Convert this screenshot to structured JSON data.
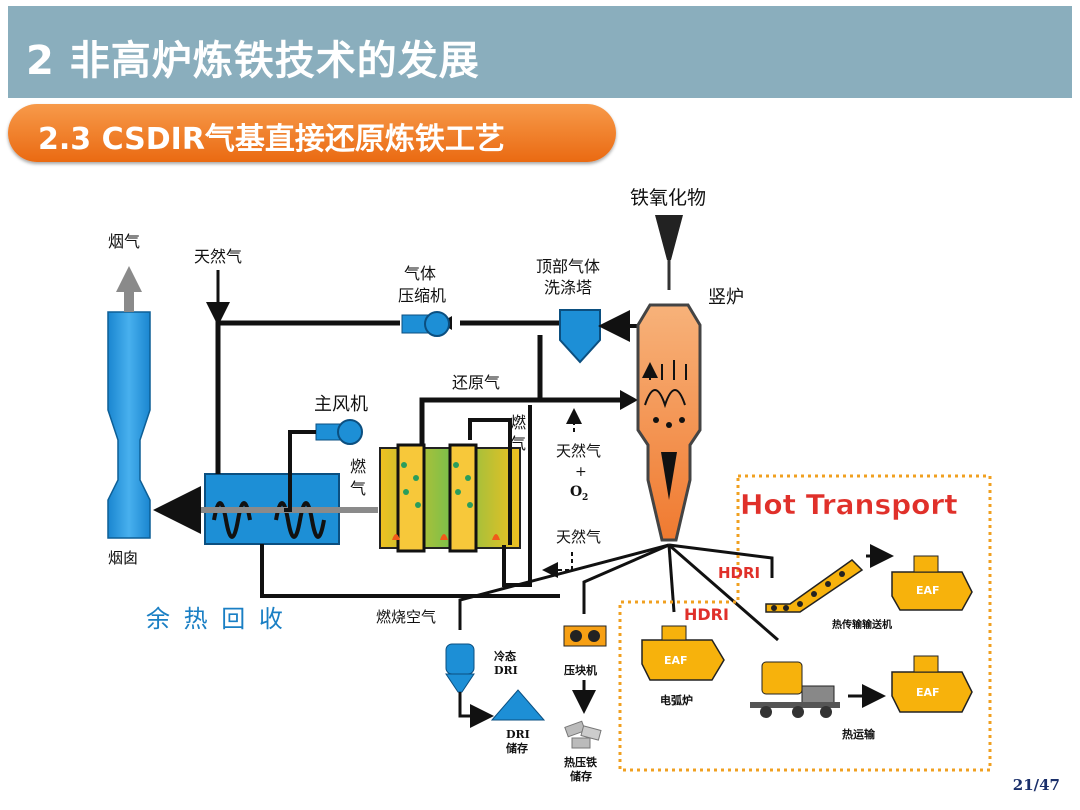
{
  "slide": {
    "title": "2 非高炉炼铁技术的发展",
    "subtitle": "2.3 CSDIR气基直接还原炼铁工艺",
    "page_number": "21/47"
  },
  "diagram": {
    "labels": {
      "iron_oxide": "铁氧化物",
      "shaft_furnace": "竖炉",
      "flue_gas": "烟气",
      "natural_gas_top": "天然气",
      "gas_compressor_1": "气体",
      "gas_compressor_2": "压缩机",
      "top_gas_scrubber_1": "顶部气体",
      "top_gas_scrubber_2": "洗涤塔",
      "reducing_gas": "还原气",
      "main_blower": "主风机",
      "fuel_gas_right_1": "燃",
      "fuel_gas_right_2": "气",
      "fuel_gas_left_1": "燃",
      "fuel_gas_left_2": "气",
      "natural_gas_o2_1": "天然气",
      "natural_gas_o2_2": "+",
      "natural_gas_o2_3": "O",
      "natural_gas_o2_sub": "2",
      "natural_gas_bottom": "天然气",
      "chimney": "烟囱",
      "waste_heat_recovery": "余 热 回 收",
      "combustion_air": "燃烧空气",
      "cold_dri_1": "冷态",
      "cold_dri_2": "DRI",
      "dri_storage_1": "DRI",
      "dri_storage_2": "储存",
      "briquetting_machine": "压块机",
      "hbi_storage_1": "热压铁",
      "hbi_storage_2": "储存",
      "electric_arc_furnace": "电弧炉",
      "hot_conveyor": "热传输输送机",
      "hot_transport_truck": "热运输",
      "hot_transport_title": "Hot Transport",
      "hdri_1": "HDRI",
      "hdri_2": "HDRI",
      "eaf": "EAF"
    },
    "colors": {
      "title_bar": "#8aaebd",
      "subtitle_pill": "#ef7a22",
      "equipment_blue": "#1d8fd6",
      "flow_line": "#111111",
      "hot_transport_border": "#f0a020",
      "hot_transport_text": "#e0302a",
      "eaf_yellow": "#f7b20c",
      "waste_heat_text": "#1a7fc4",
      "furnace_orange": "#f6a34e"
    }
  }
}
